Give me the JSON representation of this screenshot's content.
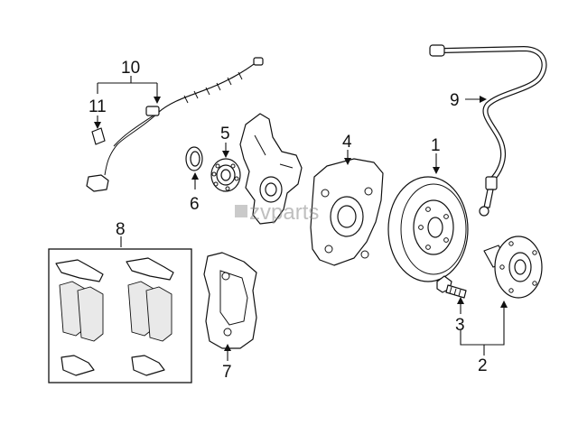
{
  "watermark": "zvparts",
  "callouts": {
    "c1": "1",
    "c2": "2",
    "c3": "3",
    "c4": "4",
    "c5": "5",
    "c6": "6",
    "c7": "7",
    "c8": "8",
    "c9": "9",
    "c10": "10",
    "c11": "11"
  },
  "colors": {
    "line": "#111111",
    "background": "#ffffff",
    "watermark": "#8a8a8a"
  }
}
